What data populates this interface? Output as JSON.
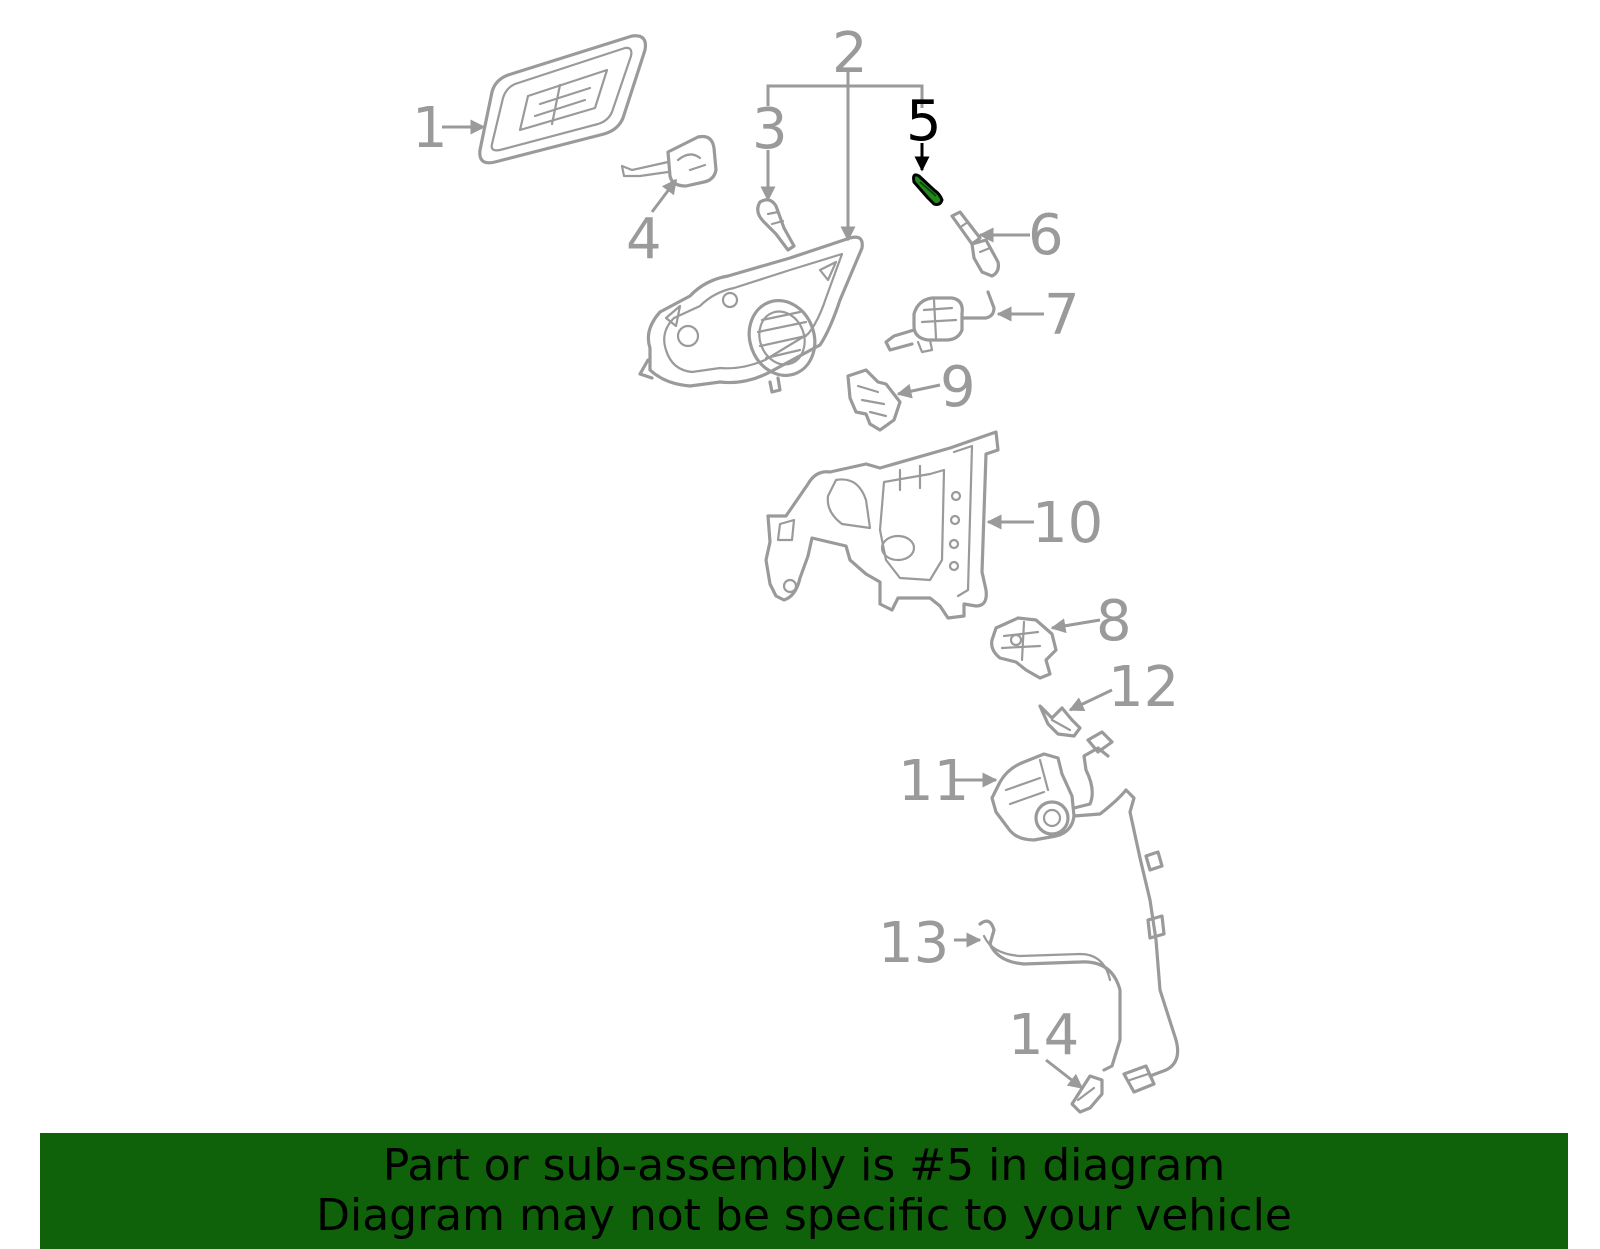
{
  "diagram": {
    "callouts": [
      "1",
      "2",
      "3",
      "4",
      "5",
      "6",
      "7",
      "8",
      "9",
      "10",
      "11",
      "12",
      "13",
      "14"
    ],
    "highlighted_part": "5",
    "colors": {
      "part": "#9a9a9a",
      "highlight": "#000000",
      "highlight_fill": "#1f8a1a",
      "banner": "#0f620a"
    }
  },
  "banner": {
    "line1": "Part or sub-assembly is #5 in diagram",
    "line2": "Diagram may not be specific to your vehicle"
  }
}
